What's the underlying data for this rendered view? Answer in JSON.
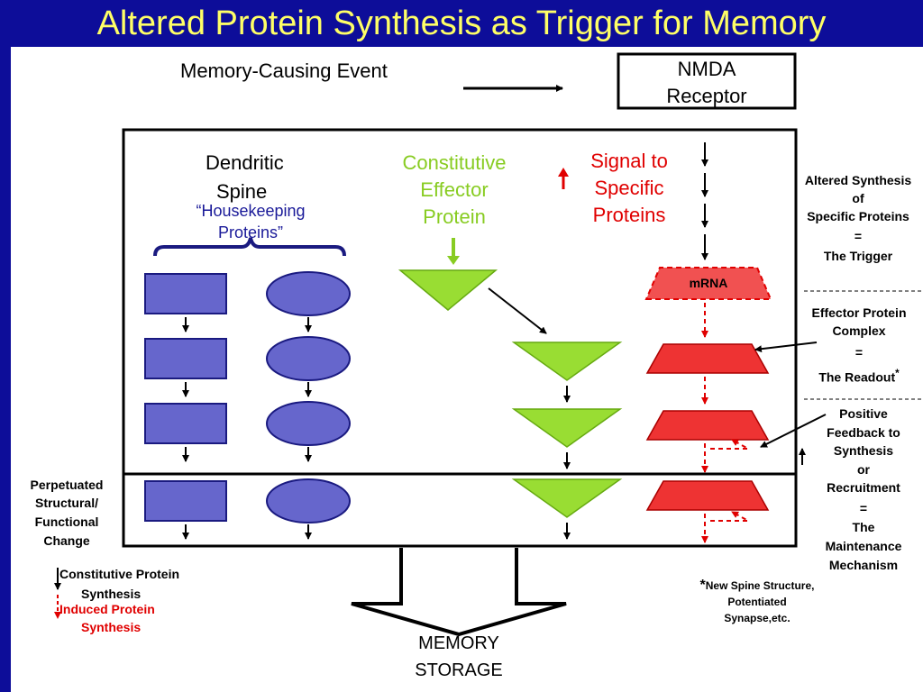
{
  "title": "Altered Protein Synthesis as Trigger for Memory",
  "event_label": "Memory-Causing Event",
  "nmda": {
    "line1": "NMDA",
    "line2": "Receptor"
  },
  "spine": {
    "line1": "Dendritic",
    "line2": "Spine"
  },
  "housekeeping": {
    "line1": "“Housekeeping",
    "line2": "Proteins”"
  },
  "constitutive_effector": {
    "line1": "Constitutive",
    "line2": "Effector",
    "line3": "Protein"
  },
  "signal": {
    "line1": "Signal to",
    "line2": "Specific",
    "line3": "Proteins"
  },
  "mrna_label": "mRNA",
  "trigger": {
    "line1": "Altered Synthesis",
    "line2": "of",
    "line3": "Specific Proteins",
    "line4": "=",
    "line5": "The Trigger"
  },
  "readout": {
    "line1": "Effector Protein",
    "line2": "Complex",
    "line3": "=",
    "line4": "The Readout",
    "asterisk": "*"
  },
  "maintenance": {
    "line1": "Positive",
    "line2": "Feedback to",
    "line3": "Synthesis",
    "line4": "or",
    "line5": "Recruitment",
    "line6": "=",
    "line7": "The",
    "line8": "Maintenance",
    "line9": "Mechanism"
  },
  "perpetuated": {
    "line1": "Perpetuated",
    "line2": "Structural/",
    "line3": "Functional",
    "line4": "Change"
  },
  "legend": {
    "constitutive_line1": "Constitutive Protein",
    "constitutive_line2": "Synthesis",
    "induced_line1": "Induced Protein",
    "induced_line2": "Synthesis"
  },
  "footnote": {
    "asterisk": "*",
    "line1": "New Spine Structure,",
    "line2": "Potentiated",
    "line3": "Synapse,etc."
  },
  "storage": {
    "line1": "MEMORY",
    "line2": "STORAGE"
  },
  "colors": {
    "background": "#0d0d99",
    "title": "#ffff66",
    "housekeeping_fill": "#6666cc",
    "housekeeping_stroke": "#1a1a80",
    "effector_fill": "#99dd33",
    "induced_fill": "#ee3333",
    "constitutive_text": "#88cc22",
    "signal_text": "#e00000"
  }
}
